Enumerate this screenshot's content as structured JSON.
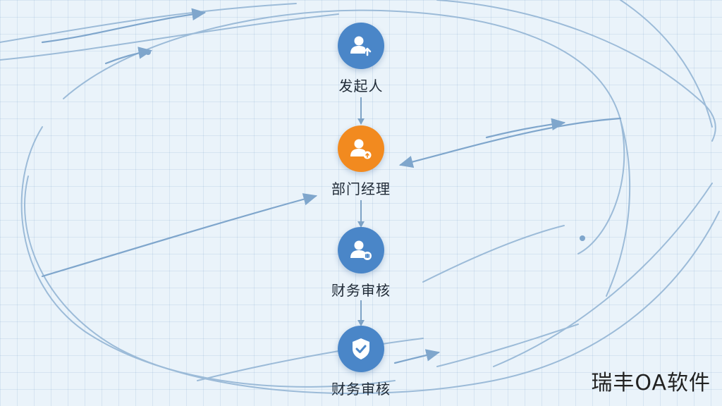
{
  "colors": {
    "node_blue": "#4a86c8",
    "node_orange": "#f28a1f",
    "connector": "#7ea3c6",
    "curve": "#8fb2d3"
  },
  "flow": {
    "nodes": [
      {
        "label": "发起人",
        "icon": "user-upload-icon",
        "color": "#4a86c8"
      },
      {
        "label": "部门经理",
        "icon": "user-upload-icon",
        "color": "#f28a1f"
      },
      {
        "label": "财务审核",
        "icon": "user-badge-icon",
        "color": "#4a86c8"
      },
      {
        "label": "财务审核",
        "icon": "shield-check-icon",
        "color": "#4a86c8"
      }
    ]
  },
  "watermark": "瑞丰OA软件"
}
